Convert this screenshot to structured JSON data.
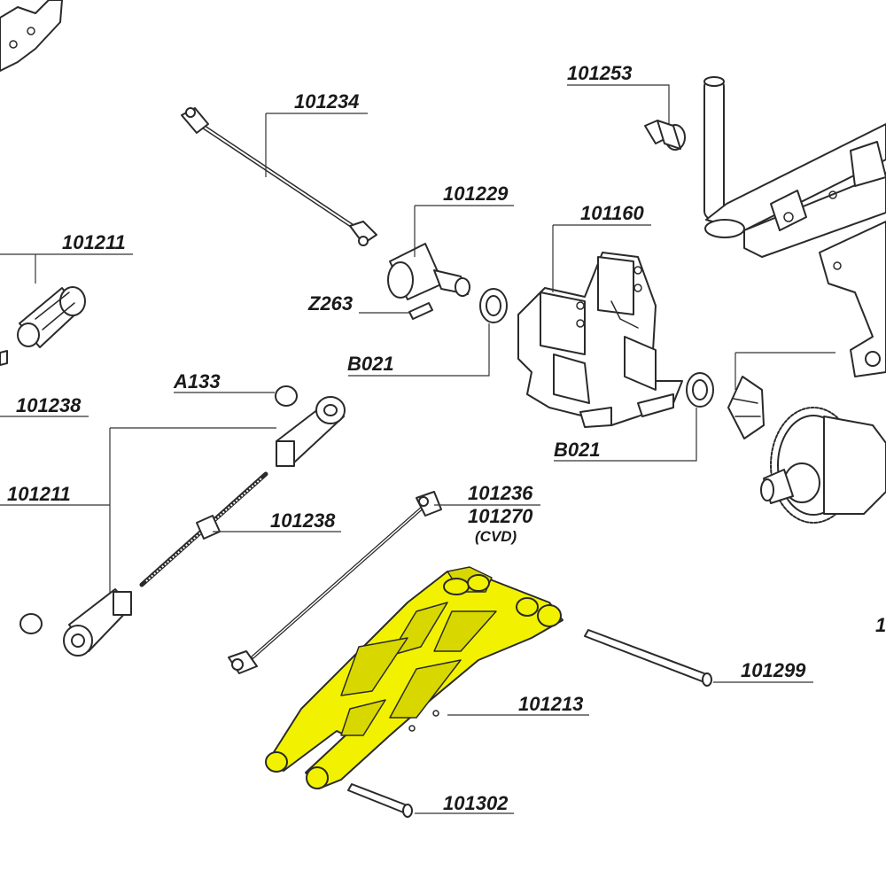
{
  "highlight_color": "#f2f200",
  "labels": {
    "l101234": "101234",
    "l101253": "101253",
    "l101229": "101229",
    "l101160": "101160",
    "l101211_top": "101211",
    "lZ263": "Z263",
    "lB021_top": "B021",
    "lA133": "A133",
    "l101238_top": "101238",
    "lB021_bottom": "B021",
    "l101211_mid": "101211",
    "l101238_mid": "101238",
    "l101236": "101236",
    "l101270": "101270",
    "lCVD": "(CVD)",
    "l101299": "101299",
    "l101213": "101213",
    "l101302": "101302",
    "l1_cut": "1"
  }
}
